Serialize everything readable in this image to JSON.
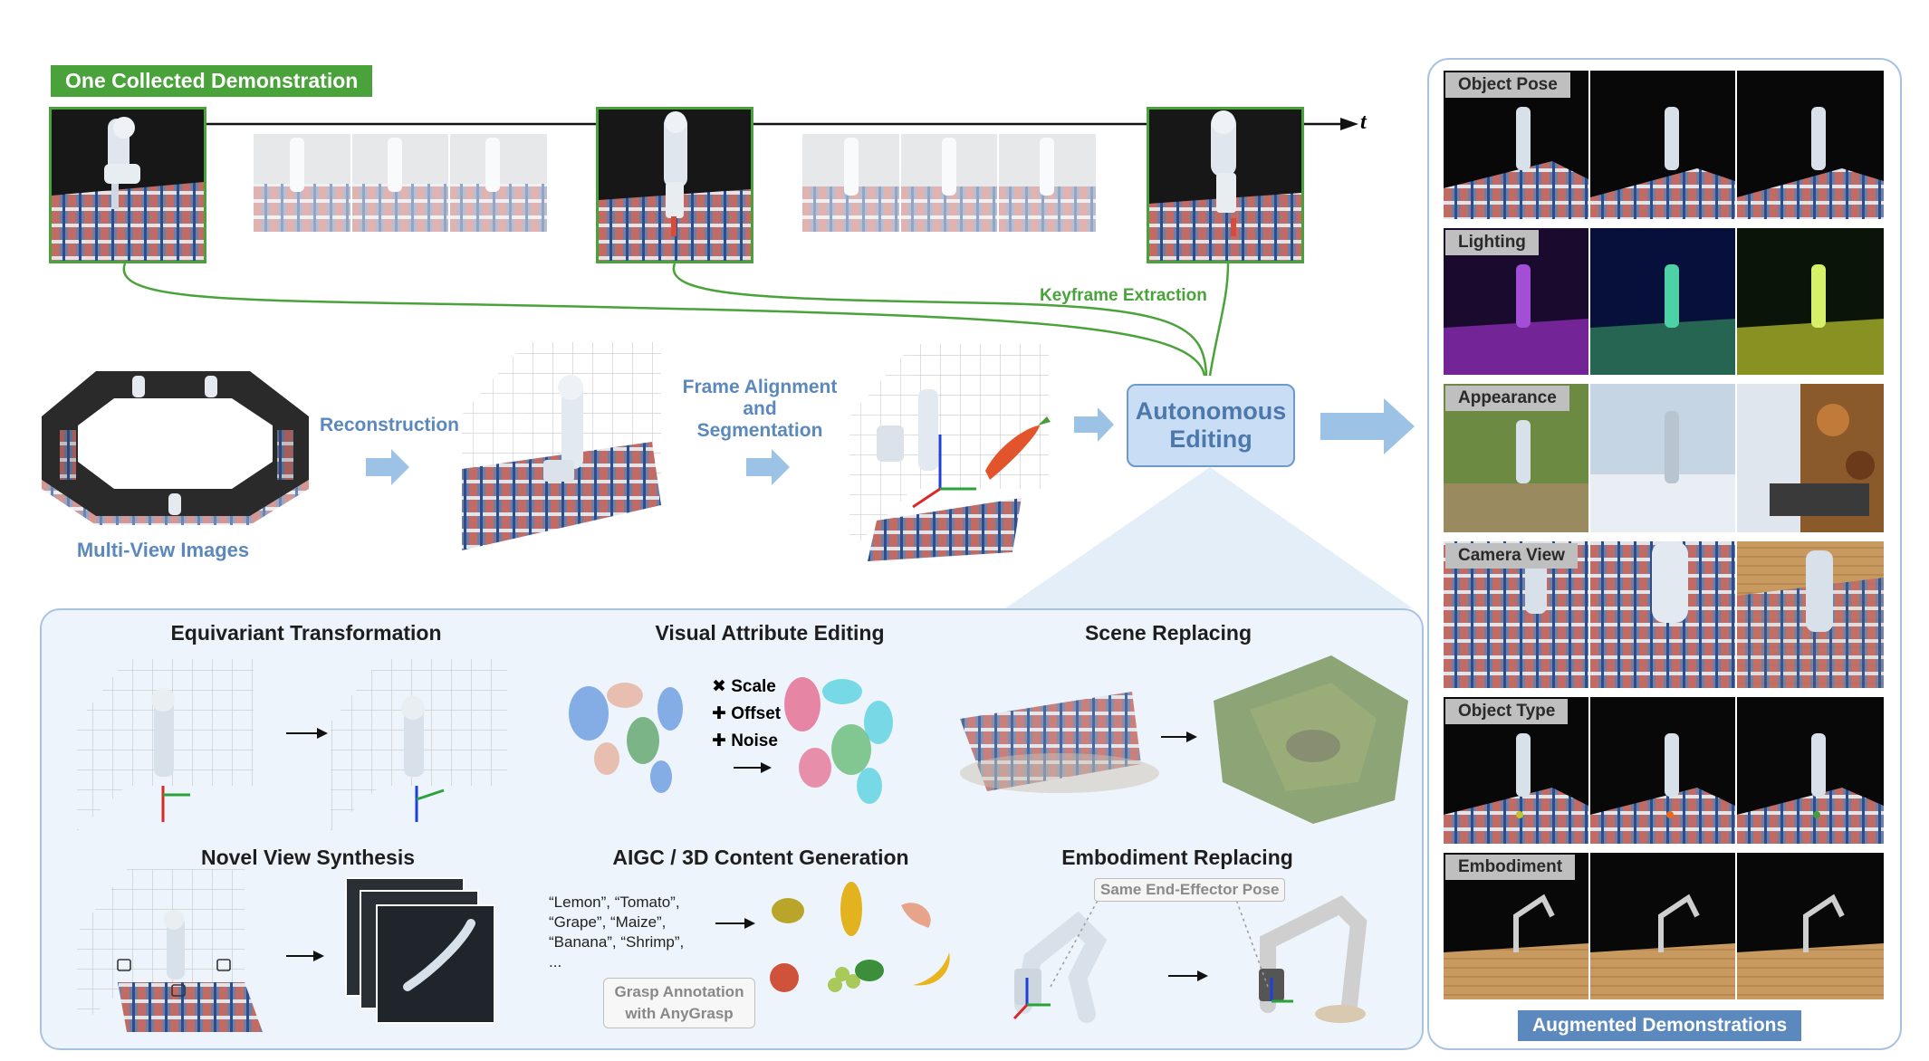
{
  "demo": {
    "tag": "One Collected Demonstration",
    "time_axis": "t",
    "keyframe_extraction": "Keyframe Extraction"
  },
  "pipeline": {
    "multi_view": "Multi-View Images",
    "reconstruction": "Reconstruction",
    "frame_alignment": [
      "Frame Alignment",
      "and",
      "Segmentation"
    ],
    "autonomous_editing": [
      "Autonomous",
      "Editing"
    ]
  },
  "panel": {
    "equivariant": "Equivariant Transformation",
    "visual_attr": "Visual Attribute Editing",
    "scene_replacing": "Scene Replacing",
    "novel_view": "Novel View Synthesis",
    "aigc": "AIGC / 3D Content Generation",
    "embodiment_replacing": "Embodiment Replacing",
    "attr_ops": [
      "✖ Scale",
      "✚ Offset",
      "✚ Noise"
    ],
    "prompt_lines": [
      "“Lemon”, “Tomato”,",
      "“Grape”, “Maize”,",
      "“Banana”, “Shrimp”,",
      "..."
    ],
    "grasp_annotation": [
      "Grasp Annotation",
      "with AnyGrasp"
    ],
    "same_ee_pose": "Same End-Effector Pose"
  },
  "augmented": {
    "title": "Augmented Demonstrations",
    "rows": [
      {
        "label": "Object Pose"
      },
      {
        "label": "Lighting"
      },
      {
        "label": "Appearance"
      },
      {
        "label": "Camera View"
      },
      {
        "label": "Object Type"
      },
      {
        "label": "Embodiment"
      }
    ]
  },
  "colors": {
    "green": "#4aa33a",
    "blue_text": "#5b88bd",
    "panel_fill": "#eef4fb",
    "panel_border": "#a9c3df",
    "arrow_blue": "#9cc2e6"
  }
}
